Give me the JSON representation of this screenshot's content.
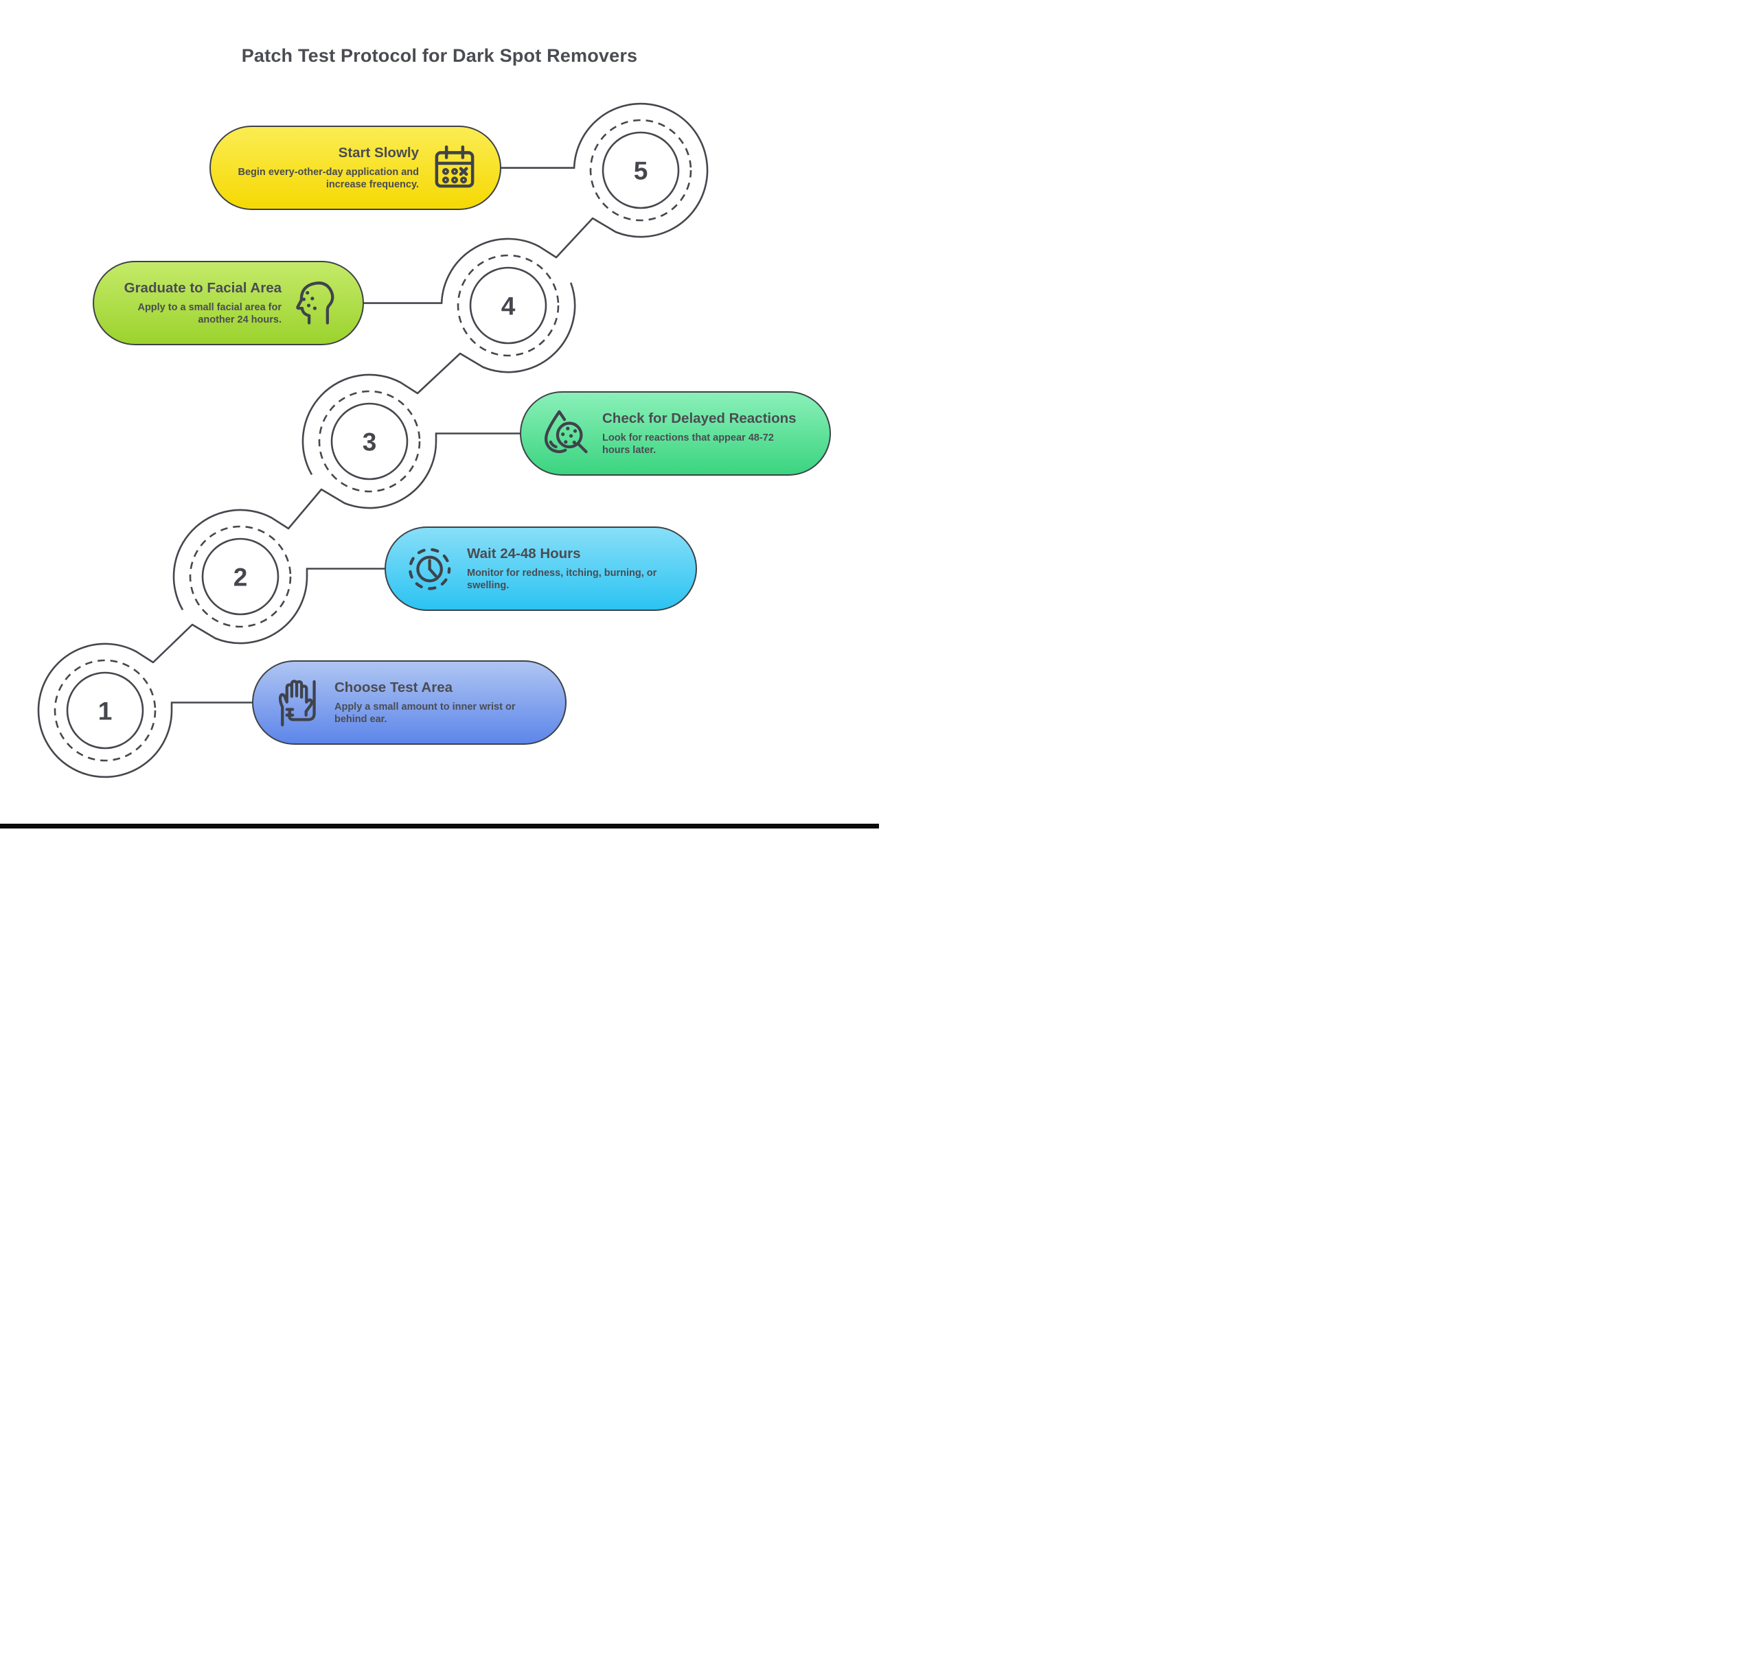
{
  "title": "Patch Test Protocol for Dark Spot Removers",
  "colors": {
    "stroke": "#45474D",
    "text": "#4A4C52",
    "bottom_bar": "#0b0b0c"
  },
  "steps": [
    {
      "number": "1",
      "title": "Choose Test Area",
      "description": "Apply a small amount to inner wrist or behind ear.",
      "icon": "hand-icon",
      "color_top": "#AFC5F2",
      "color_bottom": "#5D86EA"
    },
    {
      "number": "2",
      "title": "Wait 24-48 Hours",
      "description": "Monitor for redness, itching, burning, or swelling.",
      "icon": "clock-icon",
      "color_top": "#88DFF8",
      "color_bottom": "#2BC3F2"
    },
    {
      "number": "3",
      "title": "Check for Delayed Reactions",
      "description": "Look for reactions that appear 48-72 hours later.",
      "icon": "droplet-magnifier-icon",
      "color_top": "#8AF0B8",
      "color_bottom": "#3BD480"
    },
    {
      "number": "4",
      "title": "Graduate to Facial Area",
      "description": "Apply to a small facial area for another 24 hours.",
      "icon": "face-profile-icon",
      "color_top": "#C4EA68",
      "color_bottom": "#9CD32E"
    },
    {
      "number": "5",
      "title": "Start Slowly",
      "description": "Begin every-other-day application and increase frequency.",
      "icon": "calendar-icon",
      "color_top": "#FBEC53",
      "color_bottom": "#F6D903"
    }
  ]
}
